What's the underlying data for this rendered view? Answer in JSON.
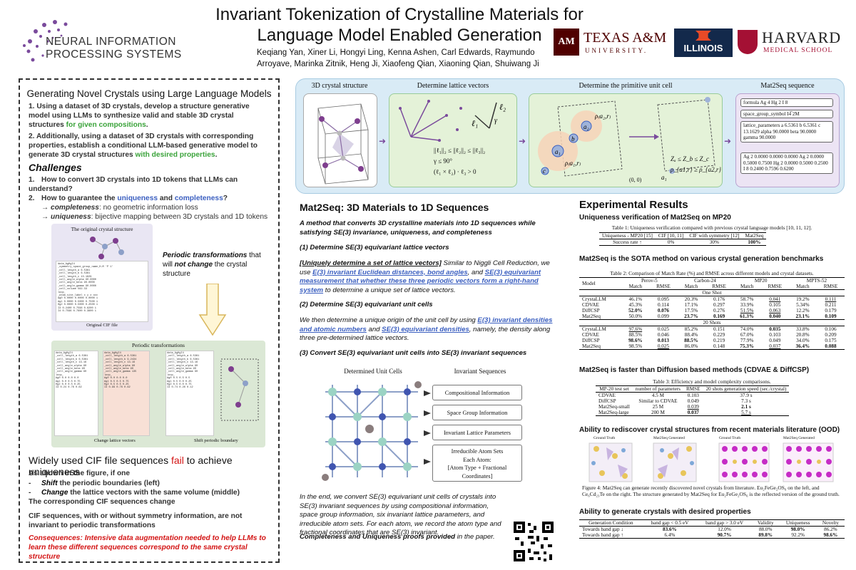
{
  "header": {
    "logo_text_1": "NEURAL INFORMATION",
    "logo_text_2": "PROCESSING SYSTEMS",
    "title_line1": "Invariant Tokenization of Crystalline Materials for",
    "title_line2": "Language Model Enabled Generation",
    "authors_line1": "Keqiang Yan, Xiner Li, Hongyi Ling, Kenna Ashen, Carl Edwards, Raymundo",
    "authors_line2": "Arroyave, Marinka Zitnik, Heng Ji, Xiaofeng Qian, Xiaoning Qian, Shuiwang Ji",
    "inst_tamu": "TEXAS A&M",
    "inst_tamu_sub": "UNIVERSITY.",
    "inst_illinois": "ILLINOIS",
    "inst_harvard": "HARVARD",
    "inst_harvard_sub": "MEDICAL SCHOOL",
    "colors": {
      "tamu": "#500000",
      "illinois": "#13294b",
      "illinois_orange": "#e84a27",
      "harvard": "#a41034",
      "nips_purple": "#7a4a9c"
    }
  },
  "left": {
    "heading": "Generating Novel Crystals using Large Language Models",
    "p1a": "1. Using a dataset of 3D crystals, develop a structure generative model using LLMs to synthesize valid and stable 3D crystal structures",
    "p1b": " for given compositions",
    "p1c": ".",
    "p2a": "2. Additionally, using a dataset of 3D crystals with corresponding properties, establish a conditional LLM-based generative model to generate 3D crystal structures",
    "p2b": " with desired properties",
    "p2c": ".",
    "challenges": "Challenges",
    "c1": "How to convert 3D crystals into 1D tokens that LLMs can understand?",
    "c2a": "How to guarantee the ",
    "c2b": "uniqueness",
    "c2c": " and ",
    "c2d": "completeness",
    "c2e": "?",
    "c2_sub1a": "completeness",
    "c2_sub1b": ": no geometric information loss",
    "c2_sub2a": "uniqueness",
    "c2_sub2b": ": bijective mapping between 3D crystals and 1D tokens",
    "fig_title": "The original crystal structure",
    "fig_cif_label": "Original CIF file",
    "periodic_a": "Periodic transformations",
    "periodic_b": " that will ",
    "periodic_c": "not change",
    "periodic_d": " the crystal structure",
    "fig2_title": "Periodic transformations",
    "fig2_label_left": "Change lattice vectors",
    "fig2_label_right": "Shift periodic boundary",
    "cif_heading_a": "Widely used CIF file sequences ",
    "cif_heading_b": "fail",
    "cif_heading_c": " to achieve uniqueness",
    "as_shown": "As shown in the figure, if one",
    "shift_a": "Shift",
    "shift_b": " the periodic boundaries (left)",
    "change_a": "Change",
    "change_b": " the lattice vectors with the same volume (middle)",
    "corr": "The corresponding CIF sequences change",
    "cif_seq": "CIF sequences, with or without symmetry information, are not invariant to periodic transformations",
    "conseq": "Consequences: Intensive data augmentation needed to help LLMs to learn these different sequences correspond to the same crystal structure"
  },
  "pipeline": {
    "s1": "3D crystal structure",
    "s2": "Determine lattice vectors",
    "s3": "Determine the primitive unit cell",
    "s4": "Mat2Seq sequence",
    "eq1": "||ℓ₁||₂ ≤ ||ℓ₂||₂ ≤ ||ℓ₃||₂",
    "eq2": "γ ≤ 90°",
    "eq3": "(ℓ₁ × ℓ₂) · ℓ₃ > 0",
    "eq4": "Zₐ ≤ Z_b ≤ Z_c",
    "eq5": "ρ_{a1,r} ≥ ρ_{a2,r}",
    "origin": "(0, 0)",
    "seq1": "formula Ag 4 Hg 2 I 8",
    "seq2": "space_group_symbol I4̅ 2M",
    "seq3": "lattice_parameters a 6.5361 b 6.5361 c 13.1629 alpha 90.0000 beta 90.0000 gamma 90.0000",
    "seq4": "Ag 2 0.0000 0.0000 0.0000 Ag 2 0.0000 0.5000 0.7500 Hg 2 0.0000 0.5000 0.2500 I 8 0.2400 0.7596 0.6200"
  },
  "mat2seq": {
    "heading": "Mat2Seq: 3D Materials to 1D Sequences",
    "intro": "A method that converts 3D crystalline materials into 1D sequences while satisfying SE(3) invariance, uniqueness, and completeness",
    "step1": "(1) Determine SE(3) equivariant lattice vectors",
    "step1_a": "[Uniquely determine a set of lattice vectors]",
    "step1_b": " Similar to Niggli Cell Reduction, we use ",
    "step1_c": "E(3) invariant Euclidean distances, bond angles",
    "step1_d": ", and ",
    "step1_e": "SE(3) equivariant measurement that whether these three periodic vectors form a right-hand system",
    "step1_f": " to determine a unique set of lattice vectors.",
    "step2": "(2) Determine SE(3) equivariant unit cells",
    "step2_a": "We then determine a unique origin of the unit cell by using ",
    "step2_b": "E(3) invariant densities and atomic numbers",
    "step2_c": " and ",
    "step2_d": "SE(3) equivariant densities",
    "step2_e": ", namely, the density along three pre-determined lattice vectors.",
    "step3": "(3) Convert SE(3) equivariant unit cells into SE(3) invariant sequences",
    "fig_left": "Determined Unit Cells",
    "fig_right": "Invariant Sequences",
    "box1": "Compositional Information",
    "box2": "Space Group Information",
    "box3": "Invariant Lattice Parameters",
    "box4_1": "Irreducible Atom Sets",
    "box4_2": "Each Atom:",
    "box4_3": "[Atom Type + Fractional Coordinates]",
    "end": "In the end, we convert SE(3) equivariant unit cells of crystals into SE(3) invariant sequences by using compositional information, space group information, six invariant lattice parameters, and irreducible atom sets. For each atom, we record the atom type and fractional coordinates that are SE(3) invariant.",
    "proofs_a": "Completeness and Uniqueness proofs provided",
    "proofs_b": " in the paper."
  },
  "results": {
    "heading": "Experimental Results",
    "uniq_head": "Uniqueness verification of Mat2Seq on MP20",
    "t1_cap": "Table 1: Uniqueness verification compared with previous crystal language models [10, 11, 12].",
    "t1_head": [
      "Uniqueness - MP20 [15]",
      "CIF [10, 11]",
      "CIF with symmetry [12]",
      "Mat2Seq"
    ],
    "t1_row": [
      "Success rate ↑",
      "0%",
      "30%",
      "100%"
    ],
    "sota_head": "Mat2Seq is the SOTA method on various crystal generation benchmarks",
    "t2_cap": "Table 2: Comparison of Match Rate (%) and RMSE across different models and crystal datasets.",
    "t2_groups": [
      "Model",
      "Perov-5",
      "Carbon-24",
      "MP20",
      "MPTS-52"
    ],
    "t2_sub": [
      "Match",
      "RMSE",
      "Match",
      "RMSE",
      "Match",
      "RMSE",
      "Match",
      "RMSE"
    ],
    "t2_one": "One Shot",
    "t2_twenty": "20 Shots",
    "t2_rows_one": [
      [
        "CrystaLLM",
        "46.1%",
        "0.095",
        "20.3%",
        "0.176",
        "58.7%",
        "0.041",
        "19.2%",
        "0.111"
      ],
      [
        "CDVAE",
        "45.3%",
        "0.114",
        "17.1%",
        "0.297",
        "33.9%",
        "0.105",
        "5.34%",
        "0.211"
      ],
      [
        "DiffCSP",
        "52.0%",
        "0.076",
        "17.5%",
        "0.276",
        "51.5%",
        "0.063",
        "12.2%",
        "0.179"
      ],
      [
        "Mat2Seq",
        "50.0%",
        "0.099",
        "23.7%",
        "0.169",
        "61.3%",
        "0.040",
        "23.1%",
        "0.109"
      ]
    ],
    "t2_rows_twenty": [
      [
        "CrystaLLM",
        "97.6%",
        "0.025",
        "85.2%",
        "0.151",
        "74.0%",
        "0.035",
        "33.8%",
        "0.106"
      ],
      [
        "CDVAE",
        "88.5%",
        "0.046",
        "88.4%",
        "0.229",
        "67.0%",
        "0.103",
        "20.8%",
        "0.209"
      ],
      [
        "DiffCSP",
        "98.6%",
        "0.013",
        "88.5%",
        "0.219",
        "77.9%",
        "0.049",
        "34.0%",
        "0.175"
      ],
      [
        "Mat2Seq",
        "98.5%",
        "0.025",
        "86.0%",
        "0.148",
        "75.3%",
        "0.037",
        "36.4%",
        "0.088"
      ]
    ],
    "fast_head": "Mat2Seq is faster than Diffusion based methods (CDVAE & DiffCSP)",
    "t3_cap": "Table 3: Efficiency and model complexity comparisons.",
    "t3_head": [
      "MP-20 test set",
      "number of parameters",
      "RMSE",
      "20 shots generation speed (sec./crystal)"
    ],
    "t3_rows": [
      [
        "CDVAE",
        "4.5 M",
        "0.103",
        "37.9 s"
      ],
      [
        "DiffCSP",
        "Similar to CDVAE",
        "0.049",
        "7.3 s"
      ],
      [
        "Mat2Seq-small",
        "25 M",
        "0.039",
        "2.1 s"
      ],
      [
        "Mat2Seq-large",
        "200 M",
        "0.037",
        "5.7 s"
      ]
    ],
    "ood_head": "Ability to rediscover crystal structures from recent materials literature (OOD)",
    "ood_labels": [
      "Ground Truth",
      "Mat2Seq Generated",
      "Ground Truth",
      "Mat2Seq Generated"
    ],
    "fig4_cap": "Figure 4: Mat2Seq can generate recently discovered novel crystals from literature. Eu₂FeGe₂OS₆ on the left, and Ce₆Cd₂₃Te on the right. The structure generated by Mat2Seq for Eu₂FeGe₂OS₆ is the reflected version of the ground truth.",
    "prop_head": "Ability to generate crystals with desired properties",
    "t4_head": [
      "Generation Condition",
      "band gap < 0.5 eV",
      "band gap > 3.0 eV",
      "Validity",
      "Uniqueness",
      "Novelty"
    ],
    "t4_rows": [
      [
        "Towards band gap ↓",
        "83.6%",
        "12.0%",
        "88.0%",
        "98.0%",
        "86.2%"
      ],
      [
        "Towards band gap ↑",
        "6.4%",
        "90.7%",
        "89.8%",
        "92.2%",
        "98.6%"
      ]
    ]
  }
}
